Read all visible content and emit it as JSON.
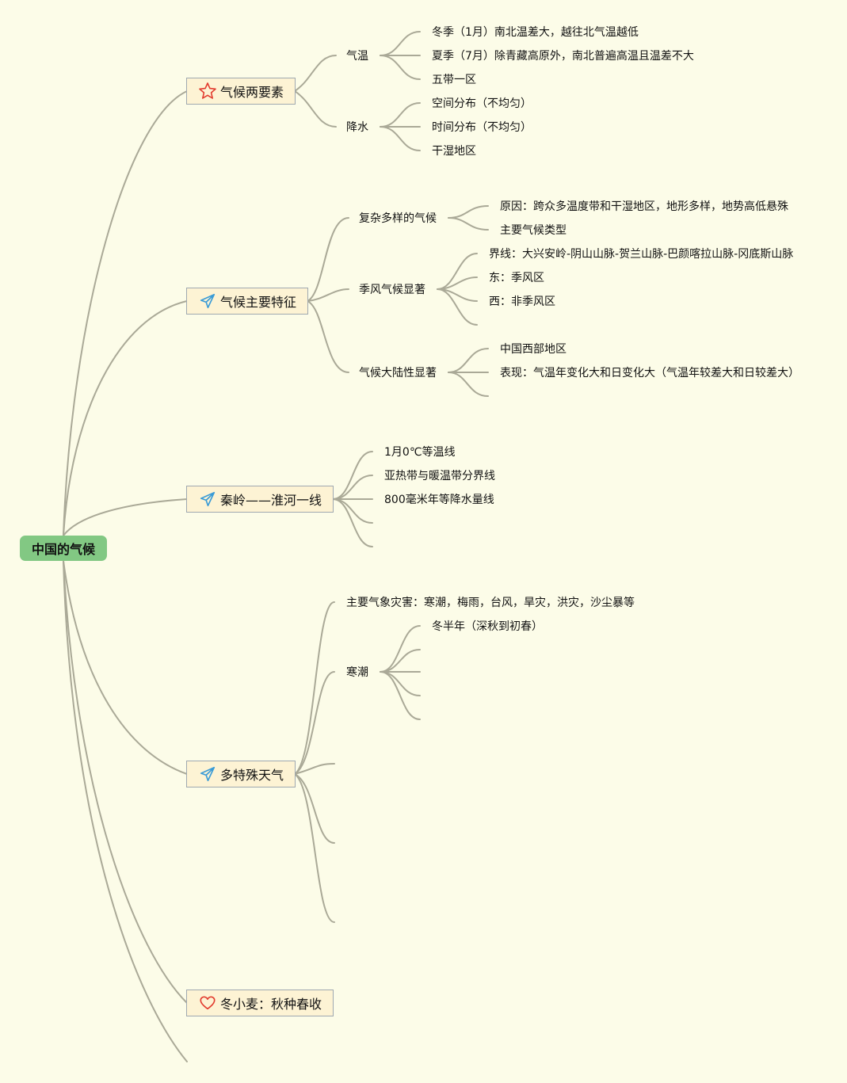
{
  "root": {
    "label": "中国的气候"
  },
  "branches": {
    "climate_elements": {
      "label": "气候两要素",
      "icon": "star-icon",
      "temperature": {
        "label": "气温",
        "items": [
          "冬季（1月）南北温差大，越往北气温越低",
          "夏季（7月）除青藏高原外，南北普遍高温且温差不大",
          "五带一区"
        ]
      },
      "precipitation": {
        "label": "降水",
        "items": [
          "空间分布（不均匀）",
          "时间分布（不均匀）",
          "干湿地区"
        ]
      }
    },
    "main_features": {
      "label": "气候主要特征",
      "icon": "paper-plane-icon",
      "diverse": {
        "label": "复杂多样的气候",
        "items": [
          "原因：跨众多温度带和干湿地区，地形多样，地势高低悬殊",
          "主要气候类型"
        ]
      },
      "monsoon": {
        "label": "季风气候显著",
        "items": [
          "界线：大兴安岭-阴山山脉-贺兰山脉-巴颜喀拉山脉-冈底斯山脉",
          "东：季风区",
          "西：非季风区"
        ]
      },
      "continental": {
        "label": "气候大陆性显著",
        "items": [
          "中国西部地区",
          "表现：气温年变化大和日变化大（气温年较差大和日较差大）"
        ]
      }
    },
    "qinling": {
      "label": "秦岭——淮河一线",
      "icon": "paper-plane-icon",
      "items": [
        "1月0℃等温线",
        "亚热带与暖温带分界线",
        "800毫米年等降水量线"
      ]
    },
    "special_weather": {
      "label": "多特殊天气",
      "icon": "paper-plane-icon",
      "disasters": "主要气象灾害：寒潮，梅雨，台风，旱灾，洪灾，沙尘暴等",
      "cold_wave": {
        "label": "寒潮",
        "items": [
          "冬半年（深秋到初春）"
        ]
      }
    },
    "winter_wheat": {
      "label": "冬小麦：秋种春收",
      "icon": "heart-icon"
    }
  },
  "colors": {
    "background": "#fcfce8",
    "root_fill": "#82c883",
    "branch_fill": "#fdf3d4",
    "connector": "#aaa997",
    "star_icon": "#e23b2e",
    "heart_icon": "#e23b2e",
    "plane_icon": "#3a9bd6"
  }
}
